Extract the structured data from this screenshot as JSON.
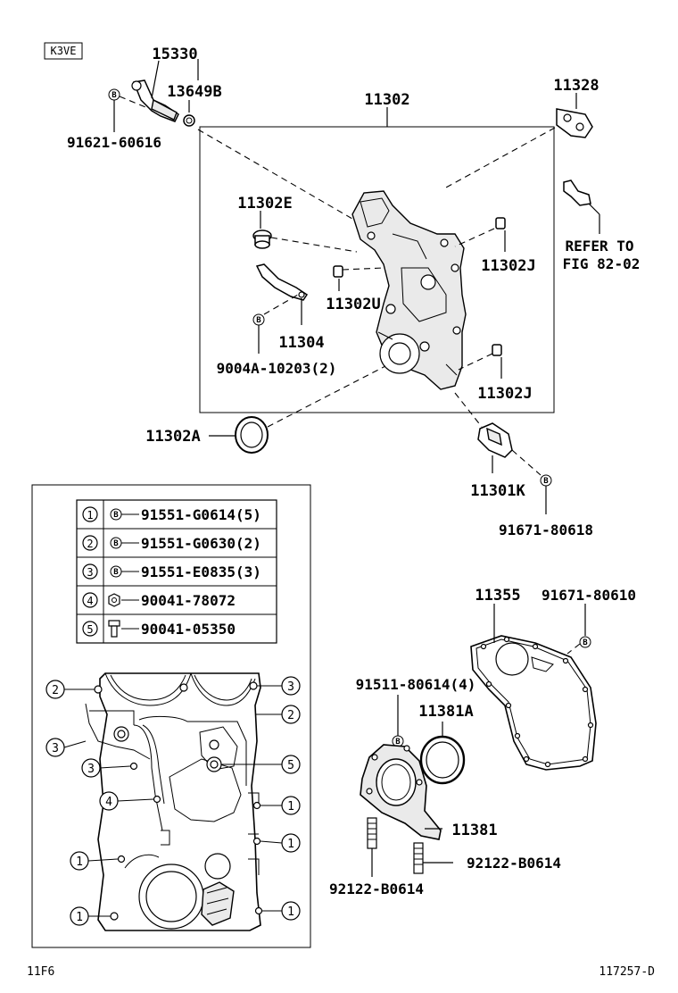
{
  "engine_code": "K3VE",
  "labels": {
    "p15330": "15330",
    "p13649b": "13649B",
    "p91621": "91621-60616",
    "p11302": "11302",
    "p11328": "11328",
    "p11302e": "11302E",
    "p11302j_top": "11302J",
    "p11302u": "11302U",
    "p11304": "11304",
    "p9004a": "9004A-10203(2)",
    "p11302j_bot": "11302J",
    "p11302a": "11302A",
    "p11301k": "11301K",
    "p91671_80618": "91671-80618",
    "refer1": "REFER TO",
    "refer2": "FIG 82-02",
    "p11355": "11355",
    "p91671_80610": "91671-80610",
    "p91511": "91511-80614(4)",
    "p11381a": "11381A",
    "p11381": "11381",
    "p92122_right": "92122-B0614",
    "p92122_bottom": "92122-B0614"
  },
  "b_mark": "B",
  "legend": [
    {
      "num": "1",
      "part": "91551-G0614(5)",
      "type": "bolt-b"
    },
    {
      "num": "2",
      "part": "91551-G0630(2)",
      "type": "bolt-b"
    },
    {
      "num": "3",
      "part": "91551-E0835(3)",
      "type": "bolt-b"
    },
    {
      "num": "4",
      "part": "90041-78072",
      "type": "nut"
    },
    {
      "num": "5",
      "part": "90041-05350",
      "type": "stud"
    }
  ],
  "callouts": {
    "c1": "1",
    "c2": "2",
    "c3": "3",
    "c4": "4",
    "c5": "5"
  },
  "footer": {
    "left": "11F6",
    "right": "117257-D"
  }
}
